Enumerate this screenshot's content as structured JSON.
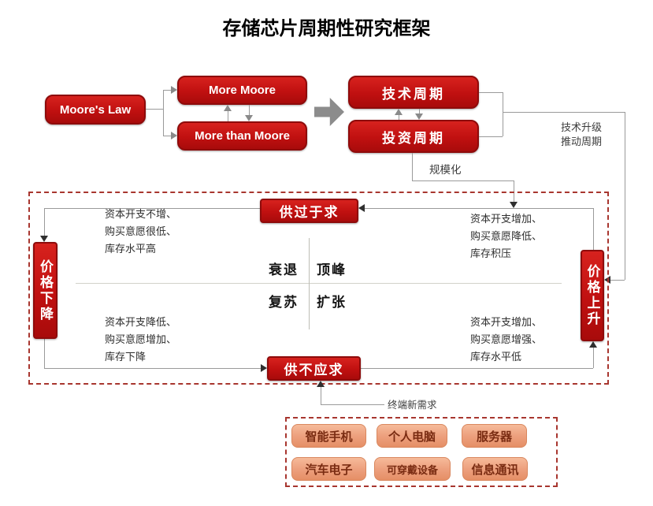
{
  "title": "存储芯片周期性研究框架",
  "flow": {
    "moores_law": "Moore's Law",
    "more_moore": "More Moore",
    "more_than_moore": "More than Moore",
    "tech_cycle": "技术周期",
    "invest_cycle": "投资周期",
    "scale_label": "规模化",
    "tech_upgrade_line1": "技术升级",
    "tech_upgrade_line2": "推动周期"
  },
  "cycle": {
    "oversupply": "供过于求",
    "undersupply": "供不应求",
    "price_down": "价格下降",
    "price_up": "价格上升",
    "quadrant_recession": "衰退",
    "quadrant_peak": "顶峰",
    "quadrant_recovery": "复苏",
    "quadrant_expansion": "扩张",
    "note_top_left": [
      "资本开支不增、",
      "购买意愿很低、",
      "库存水平高"
    ],
    "note_top_right": [
      "资本开支增加、",
      "购买意愿降低、",
      "库存积压"
    ],
    "note_bottom_left": [
      "资本开支降低、",
      "购买意愿增加、",
      "库存下降"
    ],
    "note_bottom_right": [
      "资本开支增加、",
      "购买意愿增强、",
      "库存水平低"
    ]
  },
  "demand": {
    "label": "终端新需求",
    "items": [
      "智能手机",
      "个人电脑",
      "服务器",
      "汽车电子",
      "可穿戴设备",
      "信息通讯"
    ]
  },
  "colors": {
    "red_box": "#c01010",
    "orange_box": "#eda07e",
    "dashed_border": "#a8362f",
    "line_gray": "#9a9a9a"
  }
}
